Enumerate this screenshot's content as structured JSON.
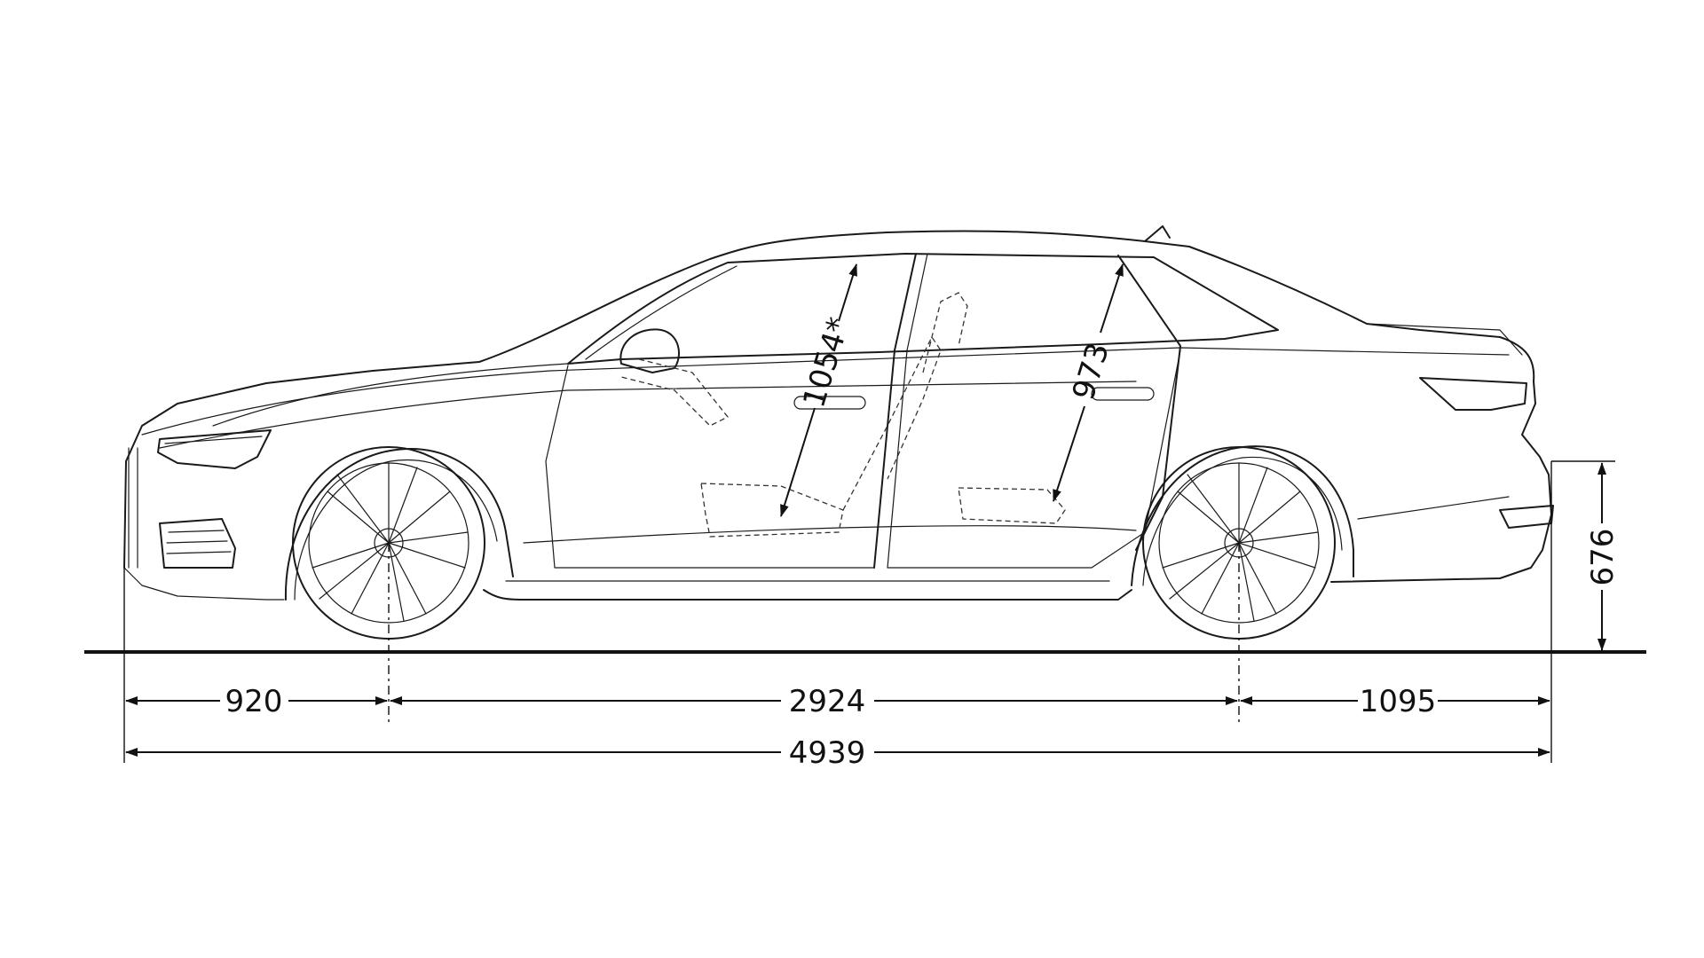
{
  "dimensions": {
    "front_overhang": "920",
    "wheelbase": "2924",
    "rear_overhang": "1095",
    "overall_length": "4939",
    "rear_loading_height": "676",
    "front_headroom": "1054*",
    "rear_headroom": "973"
  },
  "icons": {
    "vehicle": "sedan-side-view-icon",
    "wheel": "wheel-icon",
    "brand": "four-rings-logo-icon"
  },
  "colors": {
    "line": "#1a1a1a",
    "background": "#ffffff"
  }
}
